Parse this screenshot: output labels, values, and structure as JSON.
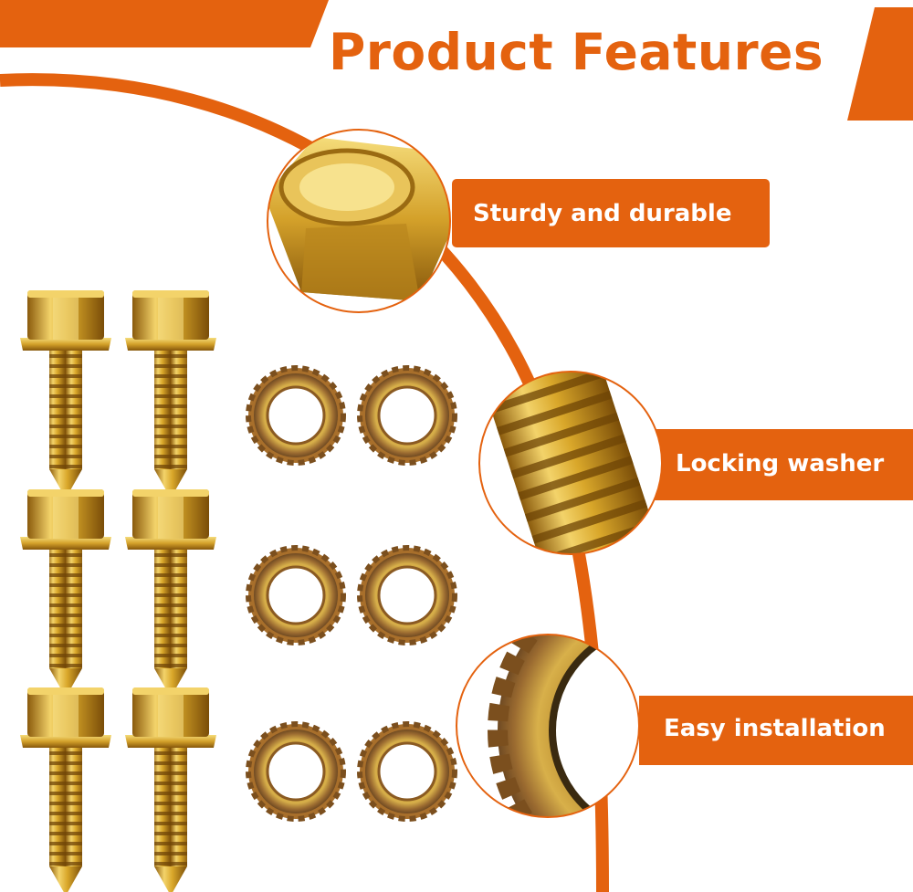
{
  "title": "Product Features",
  "features": [
    {
      "label": "Sturdy and durable"
    },
    {
      "label": "Locking washer"
    },
    {
      "label": "Easy installation"
    }
  ],
  "colors": {
    "accent": "#e4620f",
    "gold": "#d9a72a",
    "gold_dark": "#8a5a0c",
    "gold_light": "#f3d36a"
  }
}
